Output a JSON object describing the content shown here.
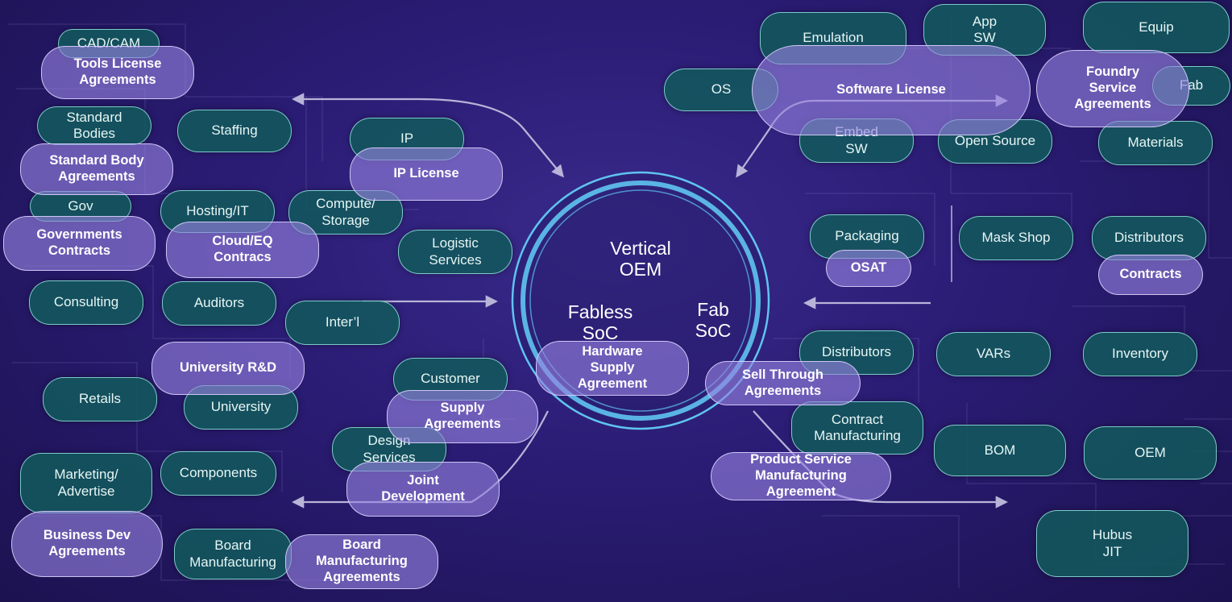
{
  "center": {
    "title": "Vertical\nOEM",
    "left": "Fabless\nSoC",
    "right": "Fab\nSoC"
  },
  "nodes": {
    "cad_cam": "CAD/CAM",
    "emulation": "Emulation",
    "app_sw": "App\nSW",
    "equip": "Equip",
    "os": "OS",
    "standard_bodies": "Standard\nBodies",
    "staffing": "Staffing",
    "ip": "IP",
    "fab": "Fab",
    "embed_sw": "Embed\nSW",
    "open_source": "Open Source",
    "materials": "Materials",
    "gov": "Gov",
    "hosting_it": "Hosting/IT",
    "compute_storage": "Compute/\nStorage",
    "packaging": "Packaging",
    "mask_shop": "Mask Shop",
    "distributors_top": "Distributors",
    "logistic_services": "Logistic\nServices",
    "consulting": "Consulting",
    "auditors": "Auditors",
    "interl": "Inter’l",
    "distributors_mid": "Distributors",
    "vars": "VARs",
    "inventory": "Inventory",
    "customer": "Customer",
    "retails": "Retails",
    "university": "University",
    "contract_manufacturing": "Contract\nManufacturing",
    "bom": "BOM",
    "oem": "OEM",
    "design_services": "Design\nServices",
    "marketing": "Marketing/\nAdvertise",
    "components": "Components",
    "hubus_jit": "Hubus\nJIT",
    "board_manufacturing": "Board\nManufacturing"
  },
  "agreements": {
    "tools_license": "Tools License\nAgreements",
    "software_license": "Software License",
    "foundry_service": "Foundry\nService\nAgreements",
    "standard_body": "Standard Body\nAgreements",
    "ip_license": "IP License",
    "governments_contracts": "Governments\nContracts",
    "cloud_eq": "Cloud/EQ\nContracs",
    "osat": "OSAT",
    "contracts": "Contracts",
    "university_rd": "University R&D",
    "hardware_supply": "Hardware\nSupply\nAgreement",
    "sell_through": "Sell Through\nAgreements",
    "supply": "Supply\nAgreements",
    "product_service": "Product Service\nManufacturing\nAgreement",
    "joint_development": "Joint\nDevelopment",
    "business_dev": "Business Dev\nAgreements",
    "board_manufacturing": "Board\nManufacturing\nAgreements"
  },
  "colors": {
    "background": "#2a1c74",
    "node_fill": "#12585c",
    "node_border": "#96ebe1",
    "agreement_fill": "#9682e1",
    "ring": "#5fc4f0",
    "arrow": "#b8b4d8"
  }
}
